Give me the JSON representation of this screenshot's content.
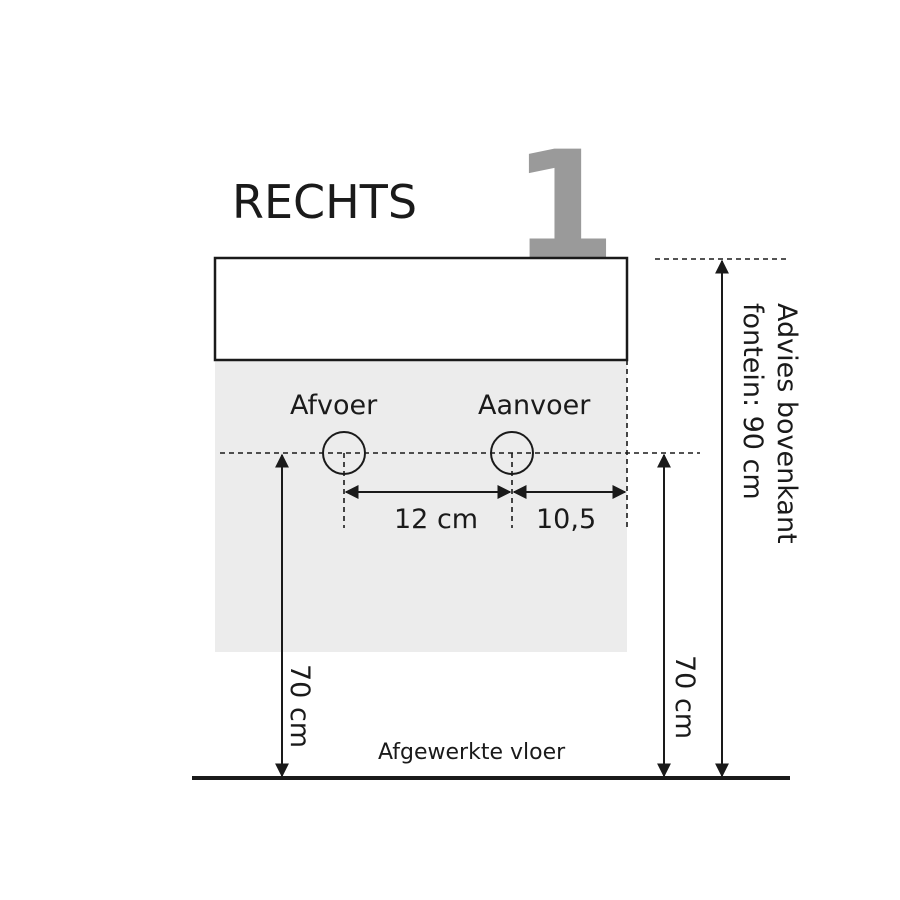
{
  "title": "RECHTS",
  "number": "1",
  "labels": {
    "drain": "Afvoer",
    "supply": "Aanvoer",
    "spacing": "12 cm",
    "side_offset": "10,5",
    "left_height": "70 cm",
    "right_height": "70 cm",
    "floor": "Afgewerkte vloer",
    "advice_line1": "Advies bovenkant",
    "advice_line2": "fontein: 90 cm"
  },
  "colors": {
    "cabinet_fill": "#ececec",
    "number": "#9a9a9a",
    "line": "#1a1a1a"
  }
}
